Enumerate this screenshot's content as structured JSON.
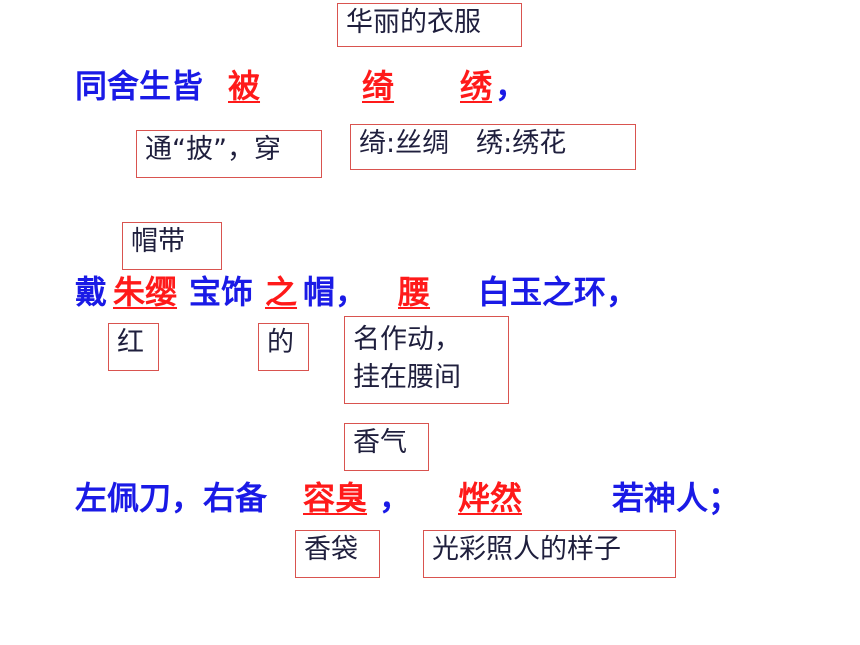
{
  "line1": {
    "plain1": "同舍生皆",
    "hl1": "被",
    "hl2": "绮",
    "hl3": "绣",
    "tail": "，"
  },
  "line2": {
    "plain1": "戴",
    "hl1": "朱缨",
    "plain2": "宝饰",
    "hl2": "之",
    "plain3": "帽，",
    "hl3": "腰",
    "plain4": "白玉之环，"
  },
  "line3": {
    "plain1": "左佩刀，右备",
    "hl1": "容臭",
    "plain2": "，",
    "hl2": "烨然",
    "plain3": "若神人；"
  },
  "notes": {
    "huali": "华丽的衣服",
    "tongpi": "通“披”，穿",
    "qixiu": "绮:丝绸　绣:绣花",
    "maodai": "帽带",
    "hong": "红",
    "de": "的",
    "mingzuo_1": "名作动，",
    "mingzuo_2": "挂在腰间",
    "xiangqi": "香气",
    "xiangdai": "香袋",
    "guangcai": "光彩照人的样子"
  },
  "colors": {
    "main_text": "#1a1ae6",
    "highlight_text": "#ff1a1a",
    "note_border": "#d9534f",
    "note_text": "#1f1f3d"
  }
}
